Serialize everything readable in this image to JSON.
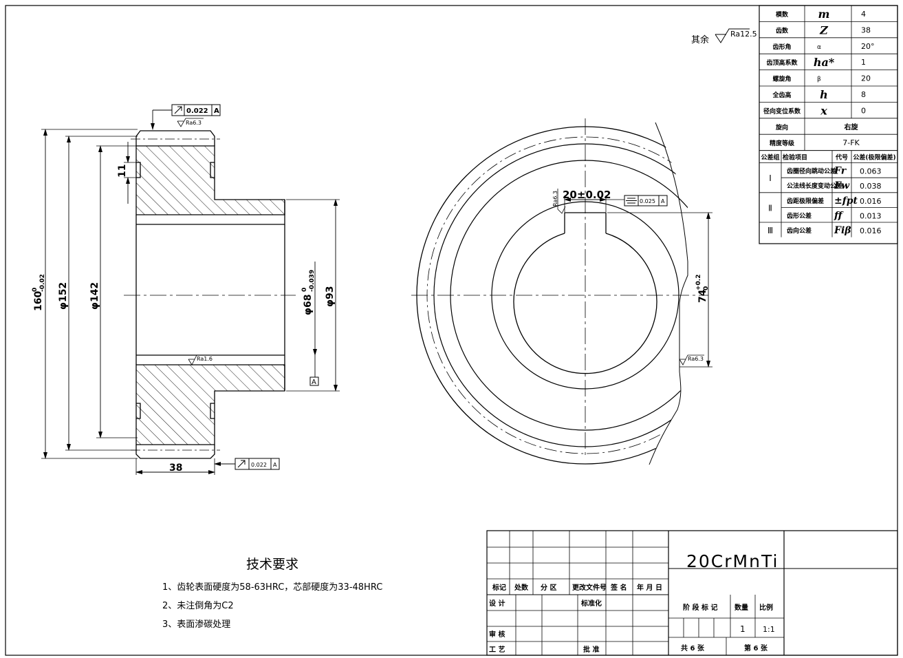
{
  "drawing": {
    "surface_note": {
      "prefix": "其余",
      "roughness": "Ra12.5"
    },
    "left_view": {
      "dims": {
        "outer_dia": {
          "base": "160",
          "up": "0",
          "low": "-0.02"
        },
        "tip_dia": "φ152",
        "root_dia": "φ142",
        "bore": {
          "base": "φ68",
          "up": "0",
          "low": "-0.039"
        },
        "hub_dia": "φ93",
        "width": "38",
        "groove": "11"
      },
      "tolerance_top": {
        "value": "0.022",
        "datum": "A"
      },
      "tolerance_bottom": {
        "value": "0.022",
        "datum": "A"
      },
      "roughness_top": "Ra6.3",
      "roughness_bore": "Ra1.6",
      "datum_label": "A"
    },
    "right_view": {
      "key_width": "20±0.02",
      "key_height": {
        "base": "74",
        "up": "+0.2",
        "low": "0"
      },
      "symmetry": {
        "value": "0.025",
        "datum": "A"
      },
      "roughness_key": "Ra6.3",
      "roughness_side": "Ra6.3"
    }
  },
  "gear_params": [
    {
      "label": "模数",
      "symbol": "m",
      "value": "4"
    },
    {
      "label": "齿数",
      "symbol": "Z",
      "value": "38"
    },
    {
      "label": "齿形角",
      "symbol": "α",
      "value": "20°"
    },
    {
      "label": "齿顶高系数",
      "symbol": "ha*",
      "value": "1"
    },
    {
      "label": "螺旋角",
      "symbol": "β",
      "value": "20"
    },
    {
      "label": "全齿高",
      "symbol": "h",
      "value": "8"
    },
    {
      "label": "径向变位系数",
      "symbol": "x",
      "value": "0"
    }
  ],
  "gear_extra": {
    "direction_label": "旋向",
    "direction_value": "右旋",
    "accuracy_label": "精度等级",
    "accuracy_value": "7-FK"
  },
  "inspection": {
    "headers": [
      "公差组",
      "检验项目",
      "代号",
      "公差(极限偏差)"
    ],
    "rows": [
      {
        "group": "Ⅰ",
        "item": "齿圈径向跳动公差",
        "code": "Fr",
        "value": "0.063"
      },
      {
        "group": "",
        "item": "公法线长度变动公差",
        "code": "Fw",
        "value": "0.038"
      },
      {
        "group": "Ⅱ",
        "item": "齿距极限偏差",
        "code": "±fpt",
        "value": "0.016"
      },
      {
        "group": "",
        "item": "齿形公差",
        "code": "ff",
        "value": "0.013"
      },
      {
        "group": "Ⅲ",
        "item": "齿向公差",
        "code": "Fiβ",
        "value": "0.016"
      }
    ]
  },
  "tech_requirements": {
    "title": "技术要求",
    "items": [
      "1、齿轮表面硬度为58-63HRC，芯部硬度为33-48HRC",
      "2、未注倒角为C2",
      "3、表面渗碳处理"
    ]
  },
  "title_block": {
    "material": "20CrMnTi",
    "header_labels": [
      "标记",
      "处数",
      "分 区",
      "更改文件号",
      "签 名",
      "年 月 日"
    ],
    "design": "设 计",
    "standard": "标准化",
    "review": "审 核",
    "process": "工 艺",
    "approve": "批 准",
    "stage": "阶 段 标 记",
    "qty_label": "数量",
    "scale_label": "比例",
    "qty": "1",
    "scale": "1:1",
    "total": "共 6 张",
    "sheet": "第 6 张"
  }
}
